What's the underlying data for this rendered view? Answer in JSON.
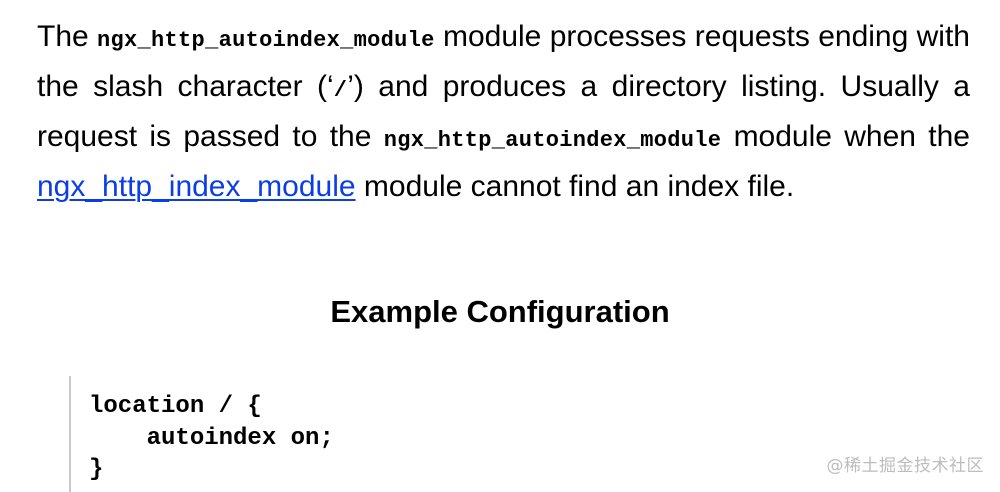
{
  "paragraph": {
    "t1": "The ",
    "code1": "ngx_http_autoindex_module",
    "t2": " module processes requests ending with the slash character (‘",
    "slash": "/",
    "t3": "’) and produces a directory listing. Usually a request is passed to the ",
    "code2": "ngx_http_autoindex_module",
    "t4": " module when the ",
    "link": "ngx_http_index_module",
    "t5": " module cannot find an index file."
  },
  "heading": "Example Configuration",
  "code_block": "location / {\n    autoindex on;\n}",
  "watermark": "@稀土掘金技术社区",
  "colors": {
    "link": "#0b3ee5",
    "text": "#000000",
    "code_border": "#c8c8c8",
    "watermark": "#bdbdbd"
  }
}
